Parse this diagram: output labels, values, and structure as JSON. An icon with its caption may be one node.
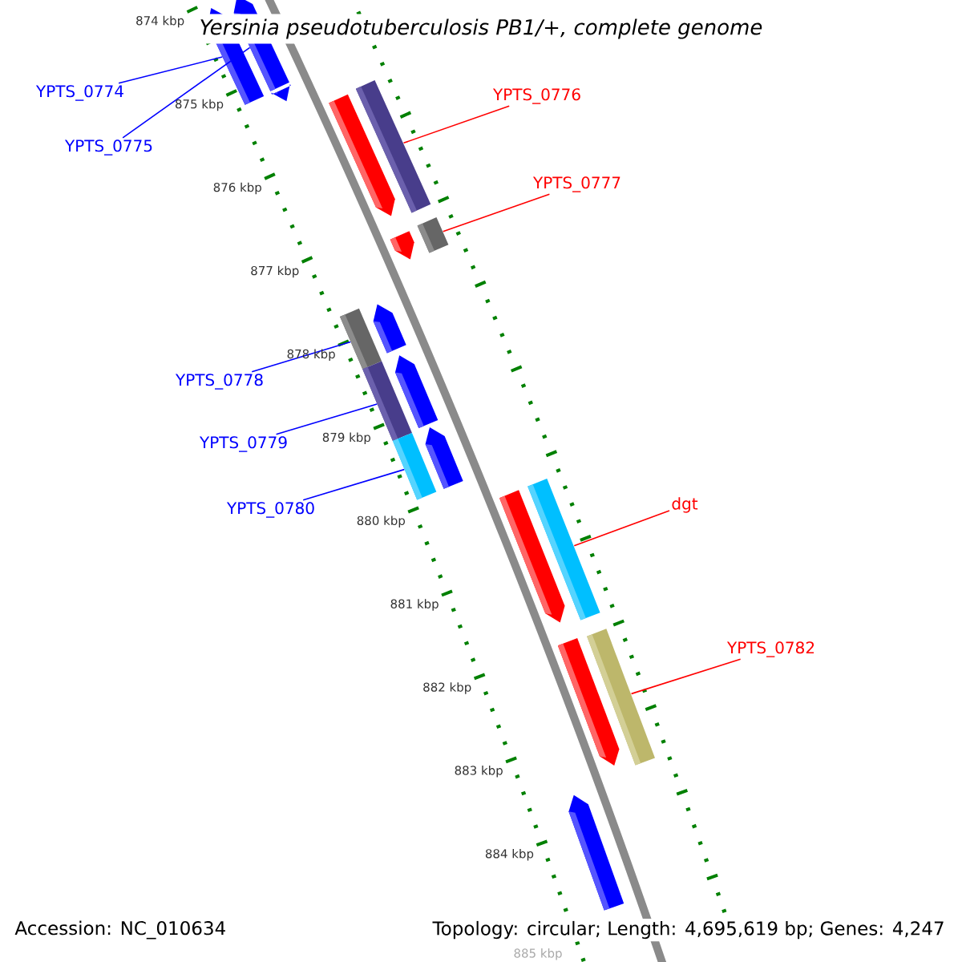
{
  "diagram": {
    "title": "Yersinia pseudotuberculosis PB1/+, complete genome",
    "nodes": [
      {
        "text": [
          "YPTS_0774"
        ]
      },
      {
        "text": [
          "YPTS_0775"
        ]
      },
      {
        "text": [
          "YPTS_0776"
        ]
      },
      {
        "text": [
          "YPTS_0777"
        ]
      },
      {
        "text": [
          "YPTS_0778"
        ]
      },
      {
        "text": [
          "YPTS_0779"
        ]
      },
      {
        "text": [
          "YPTS_0780"
        ]
      },
      {
        "text": [
          "dgt"
        ]
      },
      {
        "text": [
          "YPTS_0782"
        ]
      },
      {
        "text": [],
        "shape": "arrow"
      },
      {
        "text": [],
        "shape": "arrow"
      },
      {
        "text": [],
        "shape": "arrow"
      },
      {
        "text": [],
        "shape": "arrow"
      },
      {
        "text": [],
        "shape": "bar"
      },
      {
        "text": [],
        "shape": "arrow"
      },
      {
        "text": [],
        "shape": "bar"
      },
      {
        "text": [],
        "shape": "bar"
      },
      {
        "text": [],
        "shape": "bar"
      },
      {
        "text": [],
        "shape": "bar"
      },
      {
        "text": [],
        "shape": "arrow"
      },
      {
        "text": [],
        "shape": "arrow"
      },
      {
        "text": [],
        "shape": "arrow"
      },
      {
        "text": [],
        "shape": "arrow"
      },
      {
        "text": [],
        "shape": "bar"
      },
      {
        "text": [],
        "shape": "arrow"
      },
      {
        "text": [],
        "shape": "bar"
      },
      {
        "text": [],
        "shape": "arrow"
      }
    ],
    "edges": [
      {
        "from": 0,
        "to": 9,
        "arrow": "none"
      },
      {
        "from": 1,
        "to": 10,
        "arrow": "none"
      },
      {
        "from": 2,
        "to": 13,
        "arrow": "none",
        "color": "#ff0000"
      },
      {
        "from": 3,
        "to": 15,
        "arrow": "none",
        "color": "#ff0000"
      },
      {
        "from": 4,
        "to": 16,
        "arrow": "none"
      },
      {
        "from": 5,
        "to": 17,
        "arrow": "none"
      },
      {
        "from": 6,
        "to": 18,
        "arrow": "none"
      },
      {
        "from": 7,
        "to": 23,
        "arrow": "none",
        "color": "#ff0000"
      },
      {
        "from": 8,
        "to": 25,
        "arrow": "none",
        "color": "#ff0000"
      }
    ],
    "labels": [
      "874 kbp",
      "875 kbp",
      "876 kbp",
      "877 kbp",
      "878 kbp",
      "879 kbp",
      "880 kbp",
      "881 kbp",
      "882 kbp",
      "883 kbp",
      "884 kbp",
      "885 kbp",
      "Accession: NC_010634",
      "Topology: circular; Length: 4,695,619 bp; Genes: 4,247"
    ]
  }
}
